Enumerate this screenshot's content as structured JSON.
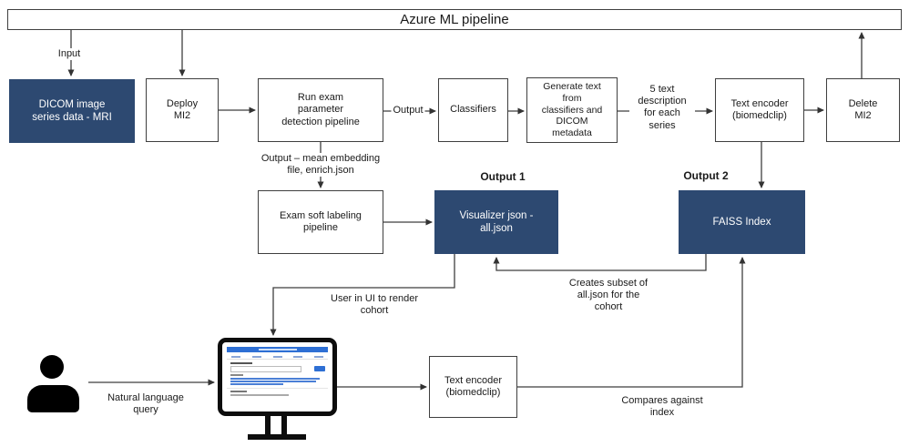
{
  "banner": {
    "title": "Azure ML pipeline"
  },
  "nodes": {
    "dicom": {
      "label": "DICOM image\nseries data - MRI"
    },
    "deploy_mi2": {
      "label": "Deploy\nMI2"
    },
    "run_exam": {
      "label": "Run exam\nparameter\ndetection pipeline"
    },
    "classifiers": {
      "label": "Classifiers"
    },
    "generate_text": {
      "label": "Generate text\nfrom\nclassifiers and\nDICOM\nmetadata"
    },
    "text_encoder_top": {
      "label": "Text encoder\n(biomedclip)"
    },
    "delete_mi2": {
      "label": "Delete\nMI2"
    },
    "exam_soft_labeling": {
      "label": "Exam soft labeling\npipeline"
    },
    "visualizer_json": {
      "label": "Visualizer json -\nall.json"
    },
    "faiss_index": {
      "label": "FAISS Index"
    },
    "text_encoder_bottom": {
      "label": "Text encoder\n(biomedclip)"
    }
  },
  "edge_labels": {
    "input": "Input",
    "output": "Output",
    "output_mean_embedding": "Output – mean embedding\nfile, enrich.json",
    "five_text_description": "5 text\ndescription\nfor each\nseries",
    "output_1": "Output 1",
    "output_2": "Output 2",
    "user_in_ui": "User in UI to render\ncohort",
    "creates_subset": "Creates subset of\nall.json for the\ncohort",
    "natural_language_query": "Natural language\nquery",
    "compares_against_index": "Compares against\nindex"
  },
  "icons": {
    "user": "user-silhouette-icon",
    "monitor": "monitor-with-web-ui-icon"
  },
  "colors": {
    "navy_box": "#2d4971",
    "line": "#3f3f3f",
    "mini_ui_blue": "#2e6fd4",
    "navy_box_text": "#ffffff"
  }
}
